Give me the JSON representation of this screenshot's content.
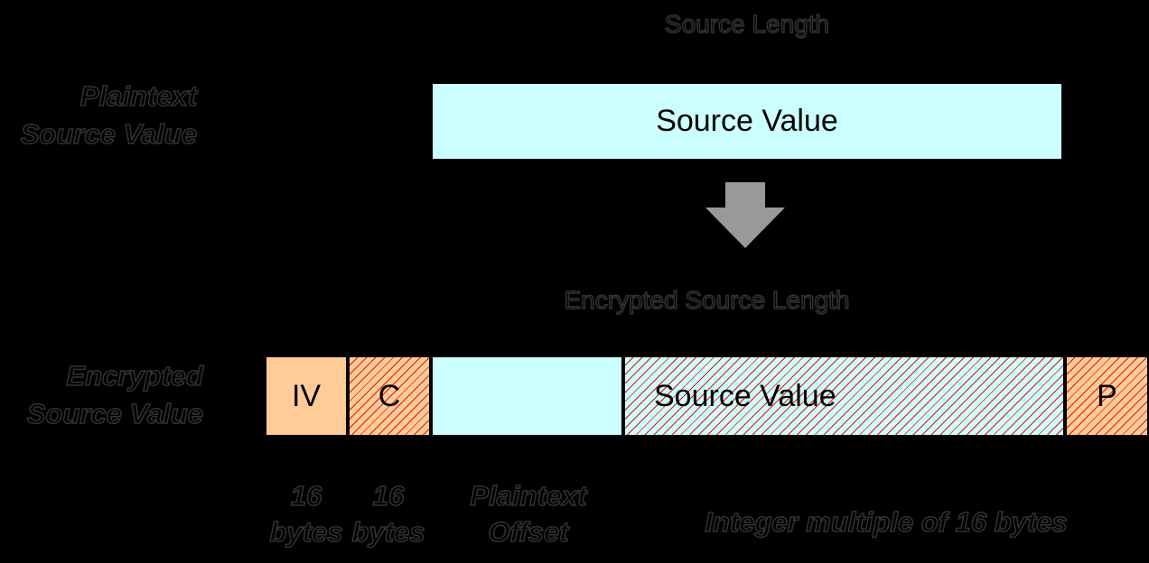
{
  "colors": {
    "background": "#000000",
    "box_cyan": "#CCFFFF",
    "box_orange": "#FFCC99",
    "hatch_red": "#EE1100",
    "arrow_gray": "#999999",
    "box_border": "#000000",
    "ghost_text_edge": "#323232"
  },
  "plaintext_section": {
    "length_label": "Source Length",
    "row_label": [
      "Plaintext",
      "Source Value"
    ],
    "box_label": "Source Value"
  },
  "arrow_icon": "down-arrow",
  "encrypted_section": {
    "length_label": "Encrypted Source Length",
    "row_label": [
      "Encrypted",
      "Source Value"
    ],
    "segments": [
      {
        "id": "iv",
        "label": "IV",
        "fill": "orange",
        "hatched": false
      },
      {
        "id": "checksum",
        "label": "C",
        "fill": "orange",
        "hatched": true
      },
      {
        "id": "plaintext-offset",
        "label": "",
        "fill": "cyan",
        "hatched": false
      },
      {
        "id": "source-value",
        "label": "Source Value",
        "fill": "cyan",
        "hatched": true
      },
      {
        "id": "padding",
        "label": "P",
        "fill": "orange",
        "hatched": true
      }
    ]
  },
  "annotations": [
    {
      "lines": [
        "16",
        "bytes"
      ]
    },
    {
      "lines": [
        "16",
        "bytes"
      ]
    },
    {
      "lines": [
        "Plaintext",
        "Offset"
      ]
    },
    {
      "lines": [
        "Integer multiple of 16 bytes"
      ]
    }
  ]
}
